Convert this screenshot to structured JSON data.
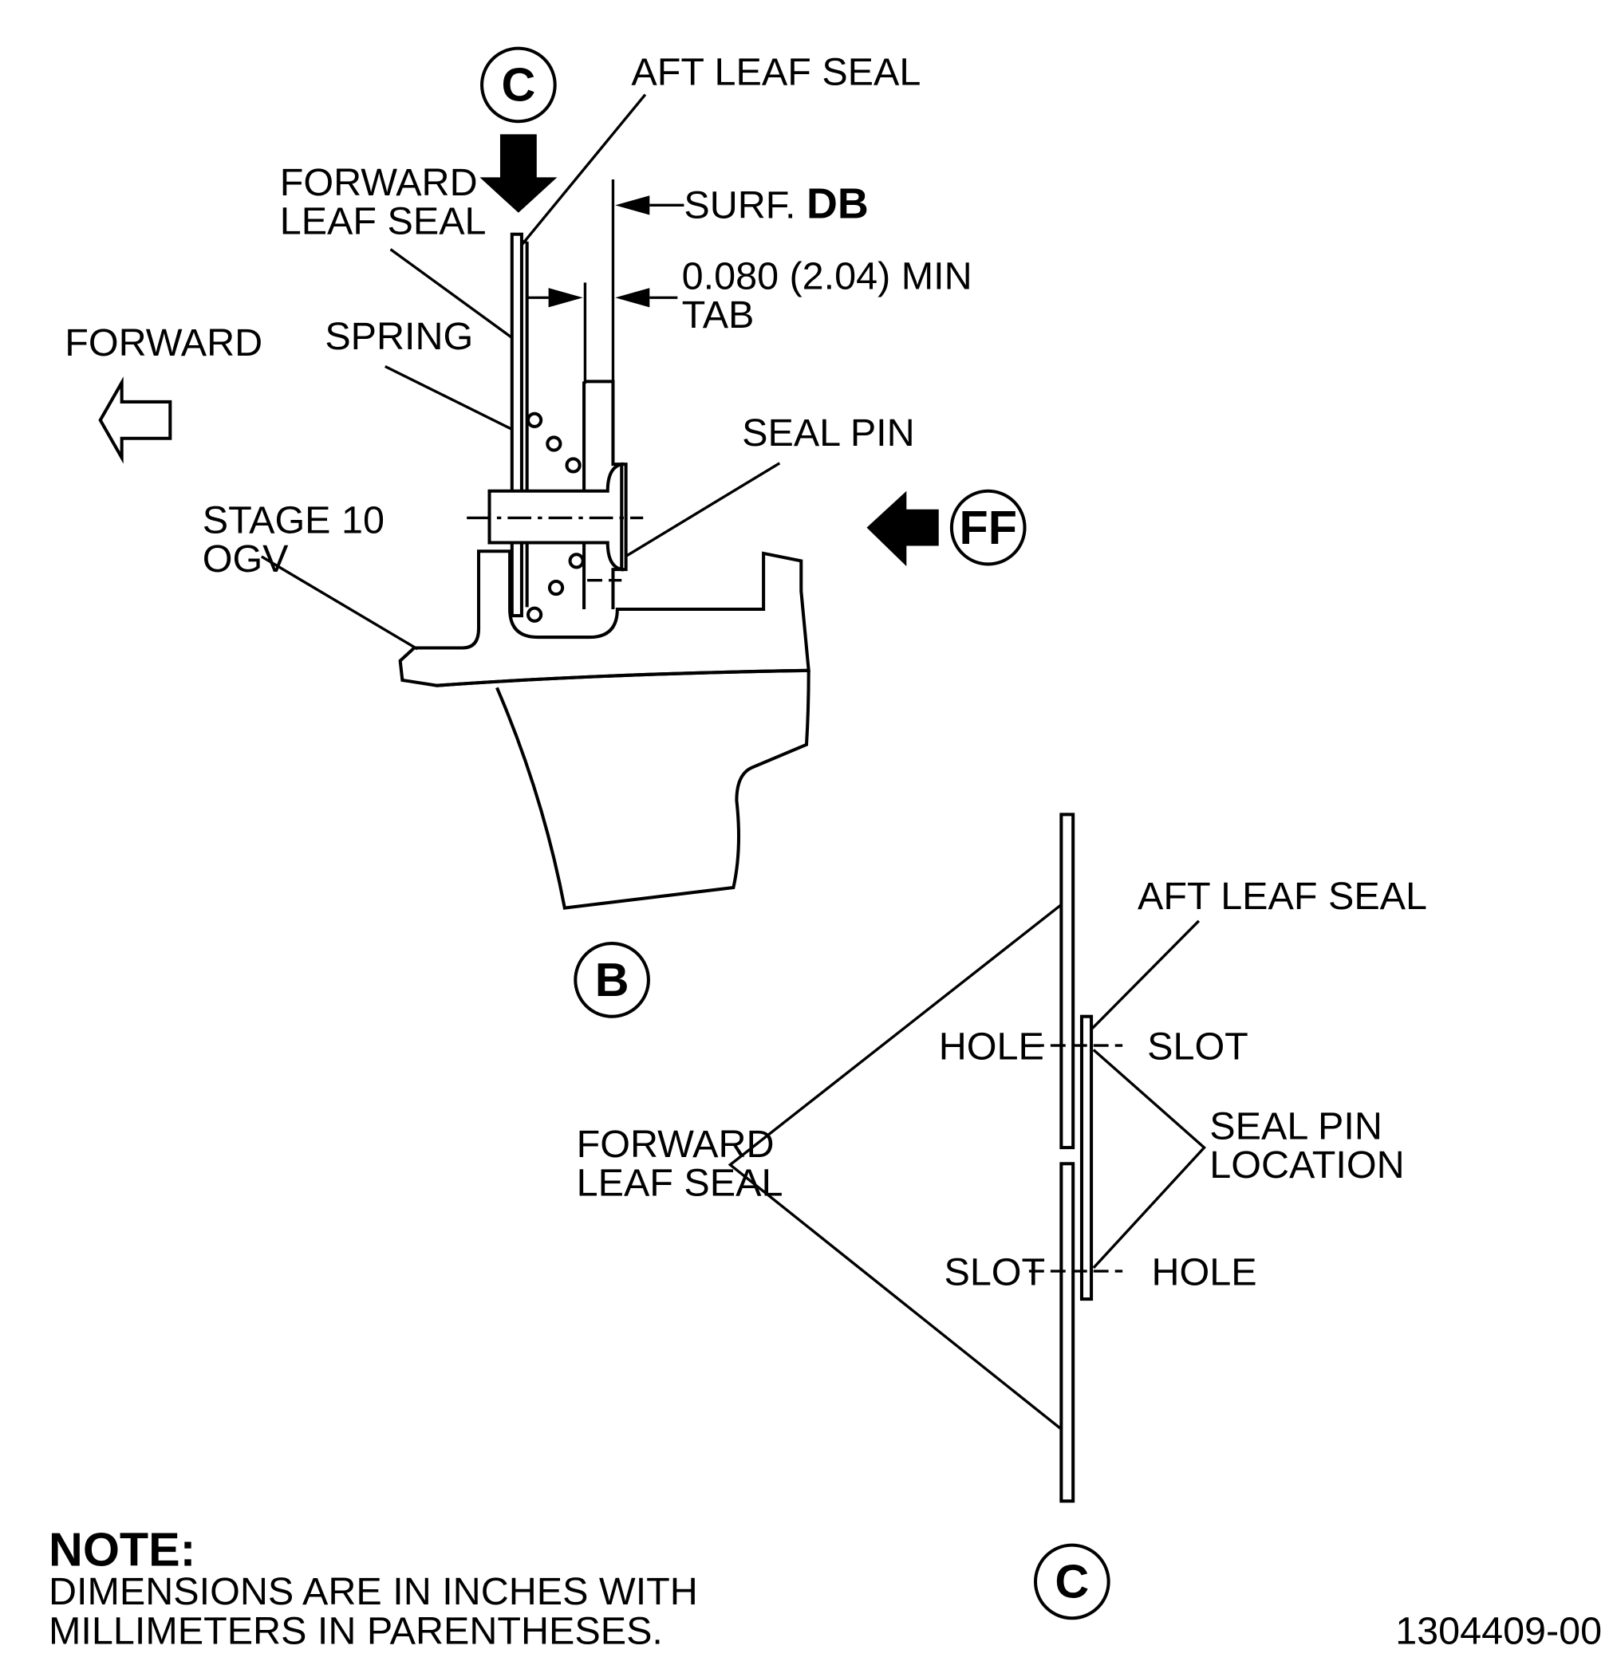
{
  "view_b": {
    "ref_c": "C",
    "aft_leaf_seal": "AFT LEAF SEAL",
    "forward_leaf_seal_1": "FORWARD",
    "forward_leaf_seal_2": "LEAF SEAL",
    "surf_prefix": "SURF.",
    "surf_id": "DB",
    "dimension": "0.080 (2.04) MIN",
    "tab": "TAB",
    "forward": "FORWARD",
    "spring": "SPRING",
    "seal_pin": "SEAL PIN",
    "stage_1": "STAGE 10",
    "stage_2": "OGV",
    "ref_ff": "FF",
    "view_label": "B"
  },
  "view_c": {
    "aft_leaf_seal": "AFT LEAF SEAL",
    "hole_top": "HOLE",
    "slot_top": "SLOT",
    "seal_pin_1": "SEAL PIN",
    "seal_pin_2": "LOCATION",
    "forward_leaf_seal_1": "FORWARD",
    "forward_leaf_seal_2": "LEAF SEAL",
    "slot_bottom": "SLOT",
    "hole_bottom": "HOLE",
    "view_label": "C"
  },
  "note": {
    "title": "NOTE:",
    "line1": "DIMENSIONS ARE IN INCHES WITH",
    "line2": "MILLIMETERS IN PARENTHESES."
  },
  "figure_id": "1304409-00"
}
